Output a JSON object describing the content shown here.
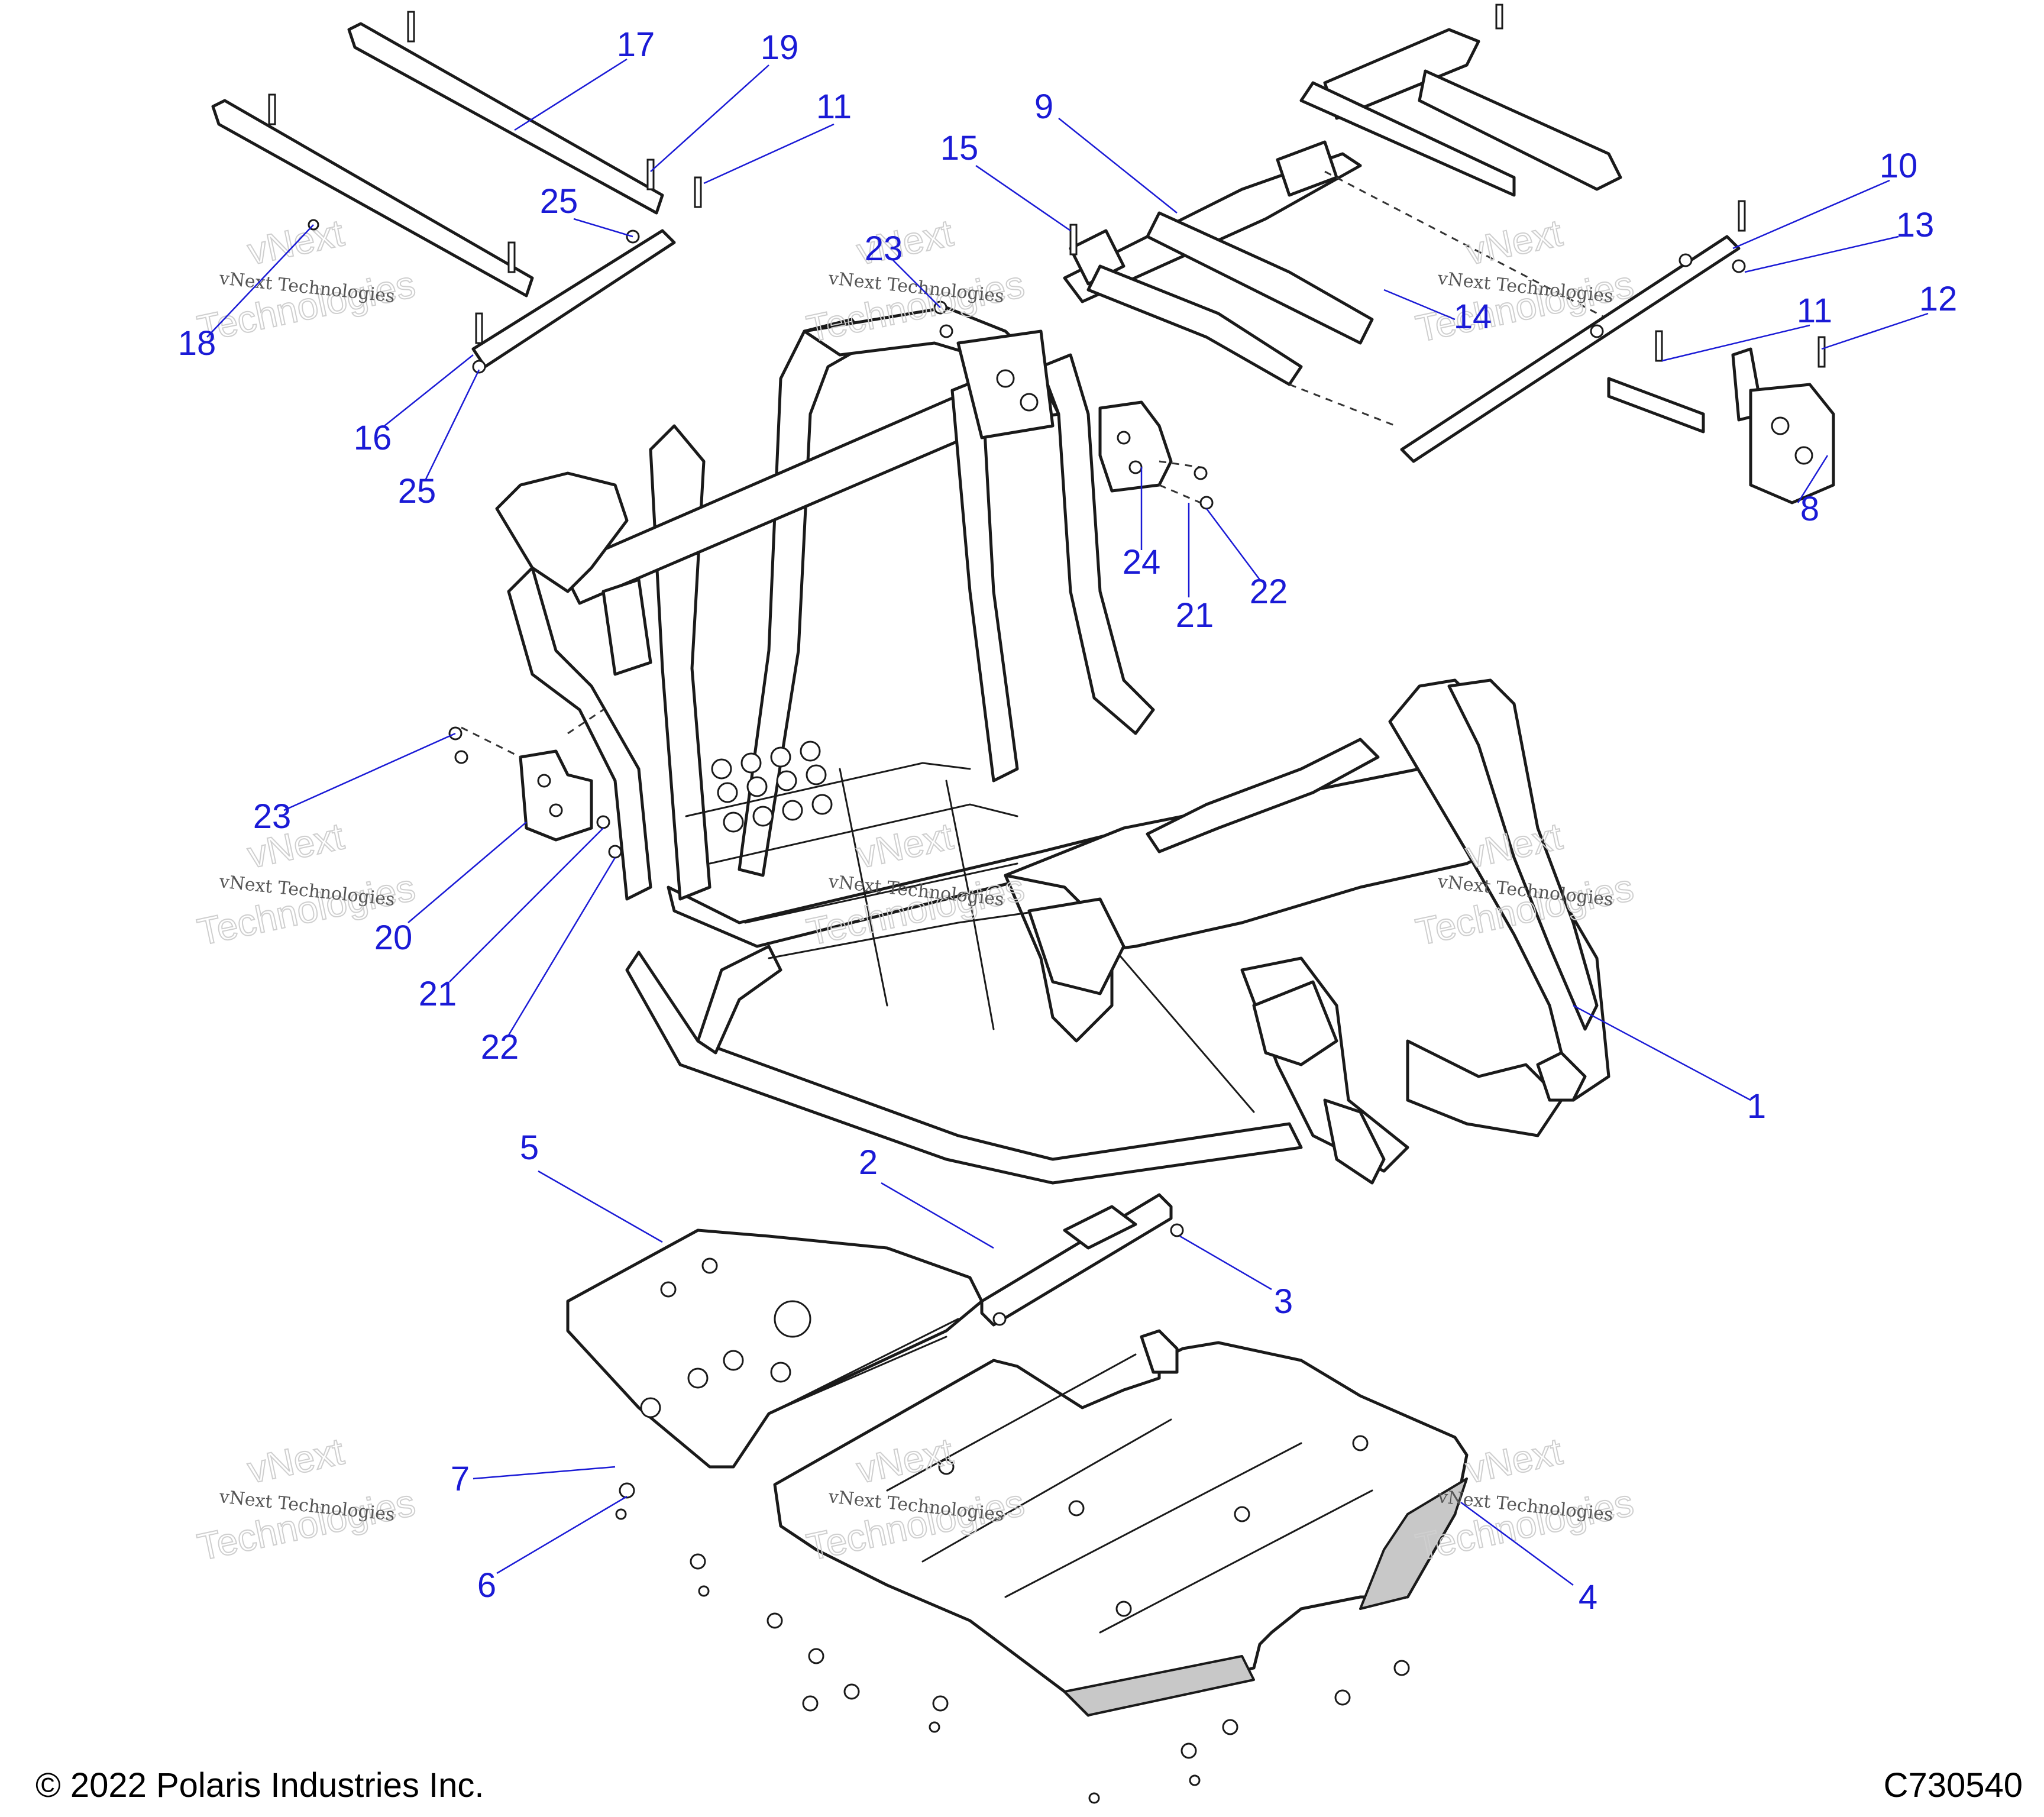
{
  "colors": {
    "callout": "#1a1ad6",
    "line_art": "#1a1a1a",
    "watermark": "#555555"
  },
  "watermark": {
    "line1": "vNext Technologies",
    "line2": "vNext",
    "line3": "Technologies"
  },
  "callouts": [
    {
      "num": "1"
    },
    {
      "num": "2"
    },
    {
      "num": "3"
    },
    {
      "num": "4"
    },
    {
      "num": "5"
    },
    {
      "num": "6"
    },
    {
      "num": "7"
    },
    {
      "num": "8"
    },
    {
      "num": "9"
    },
    {
      "num": "10"
    },
    {
      "num": "11"
    },
    {
      "num": "11"
    },
    {
      "num": "12"
    },
    {
      "num": "13"
    },
    {
      "num": "14"
    },
    {
      "num": "15"
    },
    {
      "num": "16"
    },
    {
      "num": "17"
    },
    {
      "num": "18"
    },
    {
      "num": "19"
    },
    {
      "num": "20"
    },
    {
      "num": "21"
    },
    {
      "num": "21"
    },
    {
      "num": "22"
    },
    {
      "num": "22"
    },
    {
      "num": "23"
    },
    {
      "num": "23"
    },
    {
      "num": "24"
    },
    {
      "num": "25"
    },
    {
      "num": "25"
    }
  ],
  "footer": {
    "copyright": "© 2022 Polaris Industries Inc.",
    "drawing_number": "C730540"
  }
}
